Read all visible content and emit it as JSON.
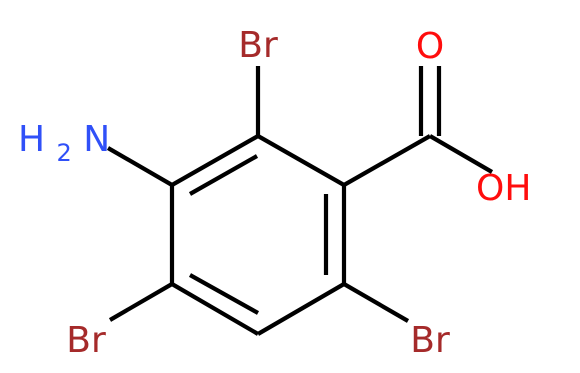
{
  "molecule": {
    "atoms": {
      "br_top": {
        "text": "Br",
        "color": "#a52a2a"
      },
      "amine": {
        "text": "H",
        "subscript": "2",
        "suffix": "N",
        "color": "#3050f8"
      },
      "carbonyl_o": {
        "text": "O",
        "color": "#ff0d0d"
      },
      "hydroxyl": {
        "text": "OH",
        "color": "#ff0d0d"
      },
      "br_left": {
        "text": "Br",
        "color": "#a52a2a"
      },
      "br_right": {
        "text": "Br",
        "color": "#a52a2a"
      }
    }
  }
}
